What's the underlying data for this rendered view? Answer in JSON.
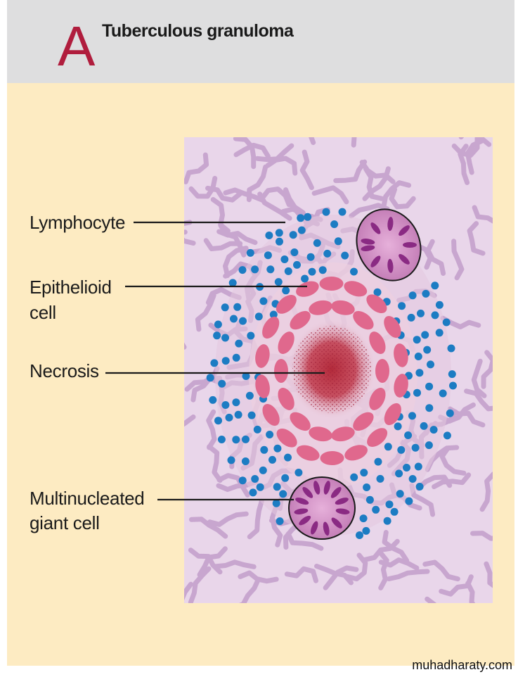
{
  "panel": {
    "letter": "A",
    "title": "Tuberculous granuloma"
  },
  "labels": {
    "lymphocyte": "Lymphocyte",
    "epithelioid_line1": "Epithelioid",
    "epithelioid_line2": "cell",
    "necrosis": "Necrosis",
    "giant_line1": "Multinucleated",
    "giant_line2": "giant cell"
  },
  "watermark": "muhadharaty.com",
  "colors": {
    "header_bg": "#dededf",
    "panel_bg": "#fdebc2",
    "tissue_bg": "#e9d6ea",
    "tissue_fibers": "#c8a6cf",
    "lymphocyte": "#1c7cc3",
    "epithelioid": "#e0688d",
    "necrosis": "#b32a3a",
    "giant_cell": "#c57fb8",
    "giant_nuclei": "#8a2a83",
    "letter": "#b01d3d"
  }
}
